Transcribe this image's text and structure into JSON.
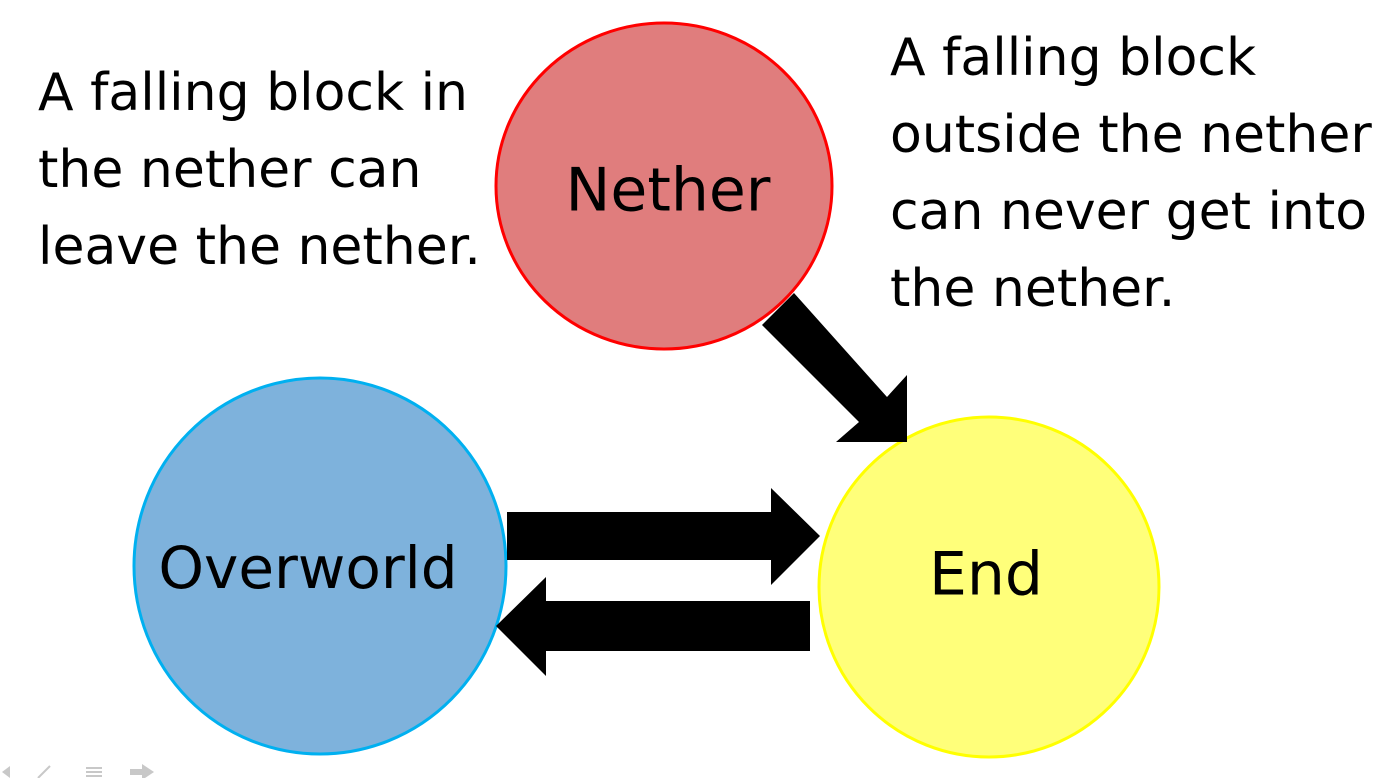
{
  "nodes": {
    "nether": {
      "label": "Nether",
      "fill": "#e07d7d",
      "stroke": "#ff0000"
    },
    "overworld": {
      "label": "Overworld",
      "fill": "#7eb2dc",
      "stroke": "#00b0f0"
    },
    "end": {
      "label": "End",
      "fill": "#ffff7a",
      "stroke": "#ffff00"
    }
  },
  "edges": [
    {
      "from": "Nether",
      "to": "End"
    },
    {
      "from": "Overworld",
      "to": "End"
    },
    {
      "from": "End",
      "to": "Overworld"
    }
  ],
  "notes": {
    "left": [
      "A falling block in",
      "the nether can",
      "leave the nether."
    ],
    "right": [
      "A falling block",
      "outside the nether",
      "can never get into",
      "the nether."
    ]
  },
  "colors": {
    "arrow": "#000000",
    "text": "#000000",
    "background": "#ffffff",
    "slideshow_controls": "#c8c8c8"
  },
  "slideshow_controls": [
    "previous-icon",
    "pen-icon",
    "menu-icon",
    "next-icon"
  ]
}
